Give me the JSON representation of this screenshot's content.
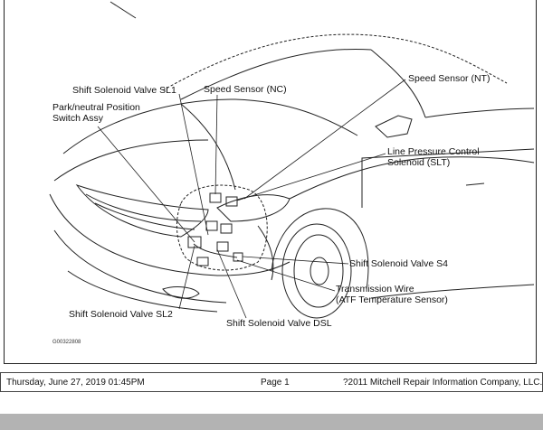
{
  "labels": {
    "sl1": "Shift Solenoid Valve SL1",
    "nc": "Speed Sensor (NC)",
    "nt": "Speed Sensor (NT)",
    "park_1": "Park/neutral Position",
    "park_2": "Switch Assy",
    "slt_1": "Line Pressure Control",
    "slt_2": "Solenoid (SLT)",
    "s4": "Shift Solenoid Valve S4",
    "wire_1": "Transmission Wire",
    "wire_2": "(ATF Temperature Sensor)",
    "sl2": "Shift Solenoid Valve SL2",
    "dsl": "Shift Solenoid Valve DSL"
  },
  "figure_id": "G00322808",
  "footer": {
    "date": "Thursday, June 27, 2019  01:45PM",
    "page": "Page 1",
    "copyright": "?2011 Mitchell Repair Information Company, LLC."
  }
}
